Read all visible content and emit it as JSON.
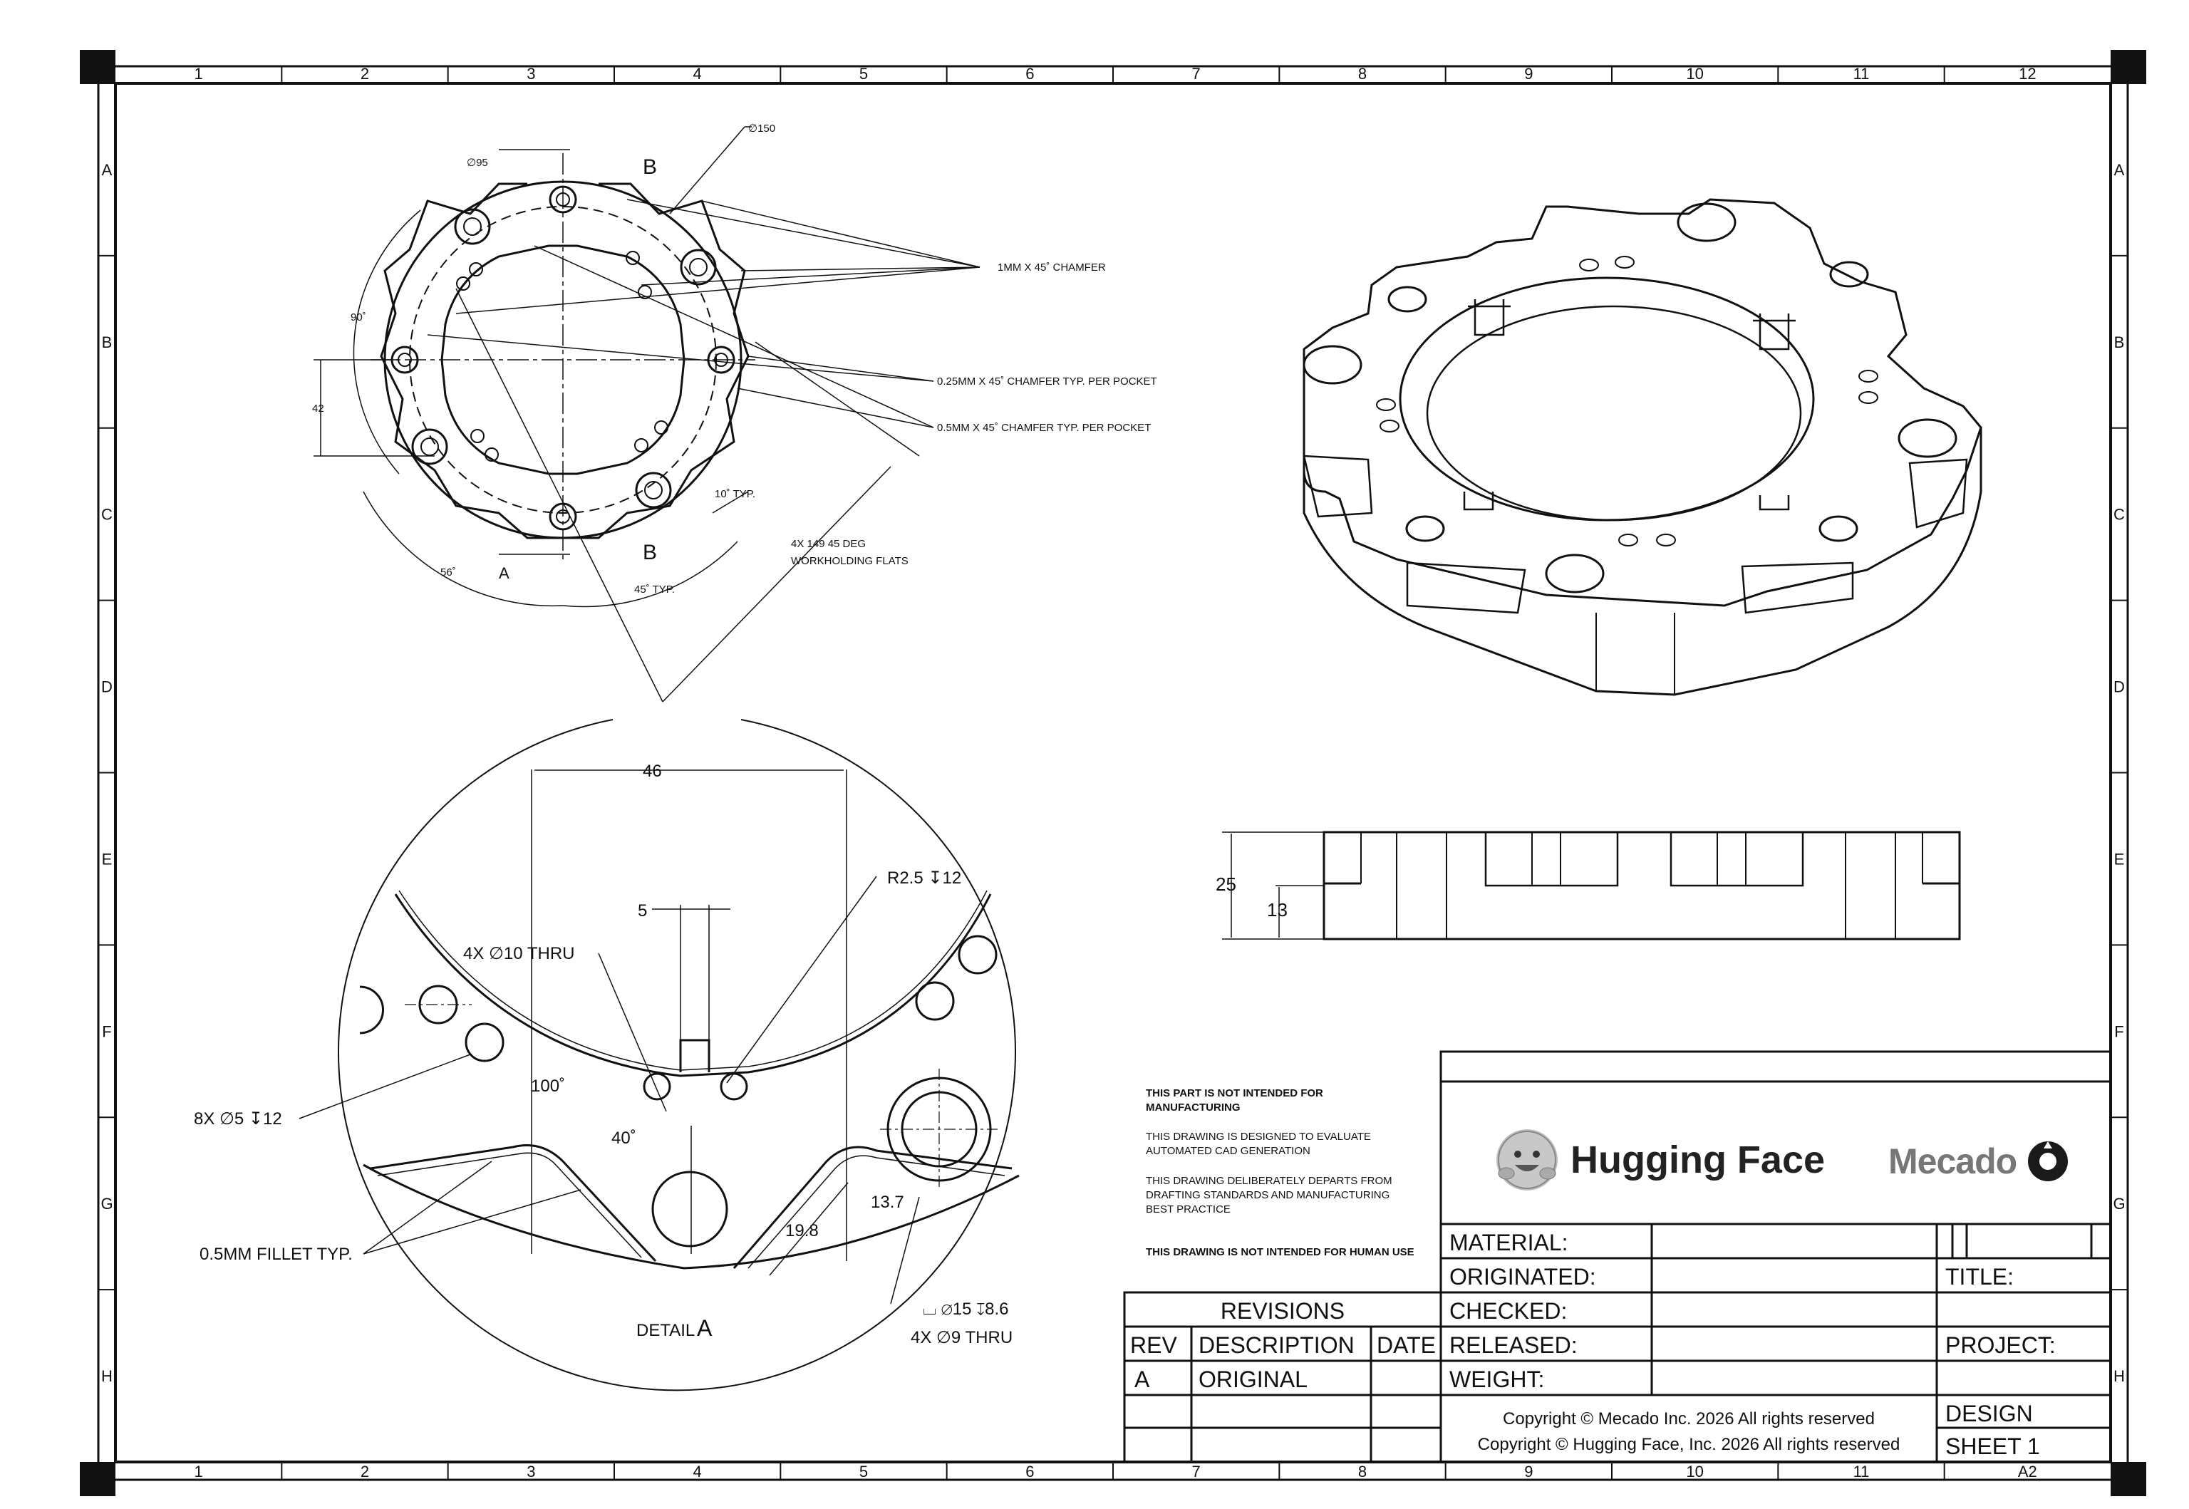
{
  "zones": {
    "columns": [
      "1",
      "2",
      "3",
      "4",
      "5",
      "6",
      "7",
      "8",
      "9",
      "10",
      "11",
      "12"
    ],
    "rows": [
      "A",
      "B",
      "C",
      "D",
      "E",
      "F",
      "G",
      "H"
    ],
    "sheet_size": "A2"
  },
  "top_view": {
    "dia_150": "∅150",
    "dia_95": "∅95",
    "section_b_top": "B",
    "section_b_bottom": "B",
    "chamfer_1": "1MM X 45˚ CHAMFER",
    "chamfer_025": "0.25MM X 45˚ CHAMFER TYP. PER POCKET",
    "chamfer_05": "0.5MM X 45˚ CHAMFER TYP. PER POCKET",
    "angle_90": "90˚",
    "dim_42": "42",
    "angle_10": "10˚ TYP.",
    "angle_56": "56˚",
    "detail_a_callout": "A",
    "angle_45": "45˚ TYP.",
    "flats_line1": "4X  149  45 DEG",
    "flats_line2": "WORKHOLDING FLATS"
  },
  "detail_view": {
    "dim_46": "46",
    "dim_r25": "R2.5  ↧12",
    "dim_5": "5",
    "holes_10": "4X  ∅10  THRU",
    "holes_5": "8X  ∅5  ↧12",
    "angle_100": "100˚",
    "angle_40": "40˚",
    "dim_13_7": "13.7",
    "dim_19_8": "19.8",
    "fillet": "0.5MM FILLET TYP.",
    "cbore": "⌴ ∅15 ↧8.6",
    "holes_9": "4X  ∅9  THRU",
    "detail_label": "DETAIL",
    "detail_letter": "A"
  },
  "side_view": {
    "dim_25": "25",
    "dim_13": "13"
  },
  "notes": {
    "n1": "THIS PART IS NOT INTENDED FOR MANUFACTURING",
    "n2": "THIS DRAWING IS DESIGNED TO EVALUATE AUTOMATED CAD GENERATION",
    "n3": "THIS DRAWING DELIBERATELY DEPARTS FROM DRAFTING STANDARDS AND MANUFACTURING BEST PRACTICE",
    "n4": "THIS DRAWING IS NOT INTENDED FOR HUMAN USE"
  },
  "title_block": {
    "company_1": "Hugging Face",
    "company_2": "Mecado",
    "material": "MATERIAL:",
    "originated": "ORIGINATED:",
    "checked": "CHECKED:",
    "released": "RELEASED:",
    "weight": "WEIGHT:",
    "title": "TITLE:",
    "project": "PROJECT:",
    "design": "DESIGN",
    "sheet": "SHEET 1",
    "copyright_1": "Copyright © Mecado Inc. 2026 All rights reserved",
    "copyright_2": "Copyright © Hugging Face, Inc. 2026 All rights reserved"
  },
  "revisions": {
    "header": "REVISIONS",
    "col_rev": "REV",
    "col_desc": "DESCRIPTION",
    "col_date": "DATE",
    "rows": [
      {
        "rev": "A",
        "description": "ORIGINAL",
        "date": ""
      }
    ]
  }
}
